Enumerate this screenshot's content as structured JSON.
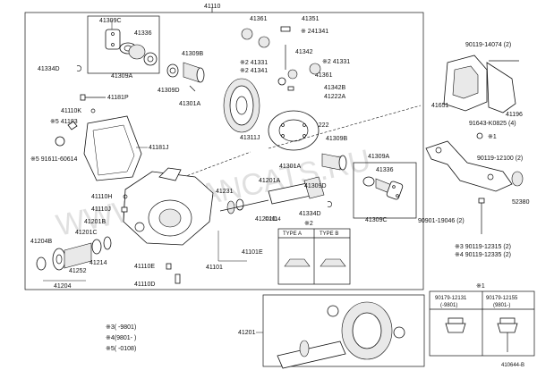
{
  "diagram": {
    "main_number": "41110",
    "drawing_code": "410644-B",
    "watermark": "WWW.JAPANCATS.RU",
    "watermark_small": "©2014",
    "labels": {
      "p41309C_top": "41309C",
      "p41336_top": "41336",
      "p41309A_top": "41309A",
      "p41334D": "41334D",
      "p41309B_top": "41309B",
      "p41309D_top": "41309D",
      "p41301A_top": "41301A",
      "p41361_a": "41361",
      "p41351": "41351",
      "p241341": "※ 241341",
      "p241331_l": "※2 41331",
      "p241341_l": "※2 41341",
      "p41342": "41342",
      "p241331_r": "※2 41331",
      "p41361_b": "41361",
      "p41342B": "41342B",
      "p41222A": "41222A",
      "p41222": "41222",
      "p41181P": "41181P",
      "p41110K": "41110K",
      "p541183": "※5 41183",
      "p41311J": "41311J",
      "p41309B_mid": "41309B",
      "p41181J": "41181J",
      "p5_91611": "※5 91611-60614",
      "p41301A_mid": "41301A",
      "p41309A_mid": "41309A",
      "p41336_mid": "41336",
      "p41201A": "41201A",
      "p41231": "41231",
      "p41309D_mid": "41309D",
      "p41334D_mid": "41334D",
      "p41309C_mid": "41309C",
      "p41110H": "41110H",
      "p41110J": "41110J",
      "p41201B": "41201B",
      "p41201C": "41201C",
      "p41204B": "41204B",
      "p41214": "41214",
      "p41252": "41252",
      "p41204": "41204",
      "p41110E": "41110E",
      "p41110D": "41110D",
      "p41201D": "41201D",
      "p41101": "41101",
      "p41101E": "41101E",
      "p41201": "41201",
      "p90119_14074": "90119-14074 (2)",
      "p41651": "41651",
      "p91643": "91643-K0825 (4)",
      "p41196": "41196",
      "p_star1_a": "※1",
      "p90119_12100": "90119-12100 (2)",
      "p52380": "52380",
      "p90901": "90901-19046 (2)",
      "p3_90119_12315": "※3 90119-12315 (2)",
      "p4_90119_12335": "※4 90119-12335 (2)",
      "star2": "※2",
      "type_a": "TYPE A",
      "type_b": "TYPE B",
      "star1_b": "※1",
      "col1": "90179-12131",
      "col1_sub": "(-9801)",
      "col2": "90179-12155",
      "col2_sub": "(9801-)",
      "note3": "※3(       -9801)",
      "note4": "※4(9801-       )",
      "note5": "※5(       -0108)"
    }
  }
}
